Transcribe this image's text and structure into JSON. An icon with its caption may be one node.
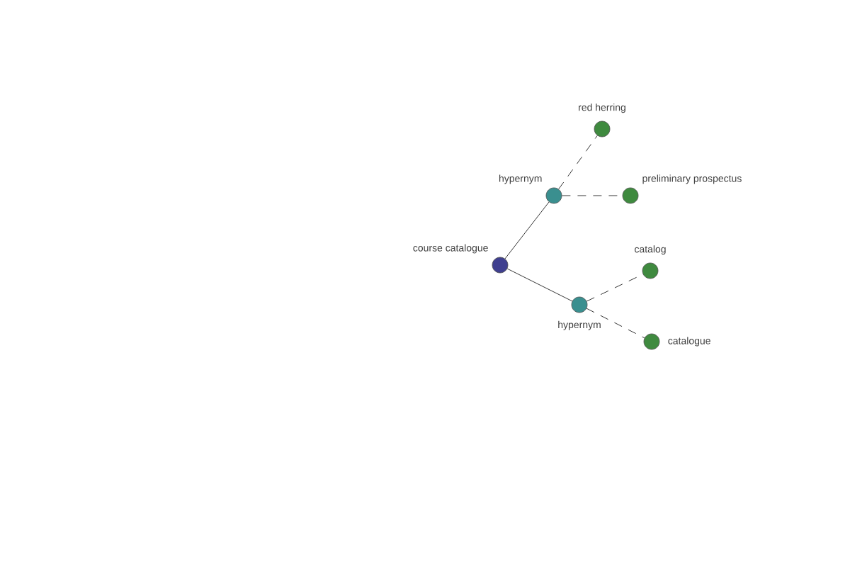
{
  "diagram": {
    "nodes": [
      {
        "text": [
          "course catalogue"
        ]
      },
      {
        "text": [
          "hypernym"
        ]
      },
      {
        "text": [
          "hypernym"
        ]
      },
      {
        "text": [
          "red herring"
        ]
      },
      {
        "text": [
          "preliminary prospectus"
        ]
      },
      {
        "text": [
          "catalog"
        ]
      },
      {
        "text": [
          "catalogue"
        ]
      }
    ],
    "edges": [
      {
        "from": 0,
        "to": 1,
        "arrow": "none"
      },
      {
        "from": 0,
        "to": 2,
        "arrow": "none"
      },
      {
        "from": 1,
        "to": 3,
        "arrow": "none",
        "style": "dashed"
      },
      {
        "from": 1,
        "to": 4,
        "arrow": "none",
        "style": "dashed"
      },
      {
        "from": 2,
        "to": 5,
        "arrow": "none",
        "style": "dashed"
      },
      {
        "from": 2,
        "to": 6,
        "arrow": "none",
        "style": "dashed"
      }
    ]
  }
}
